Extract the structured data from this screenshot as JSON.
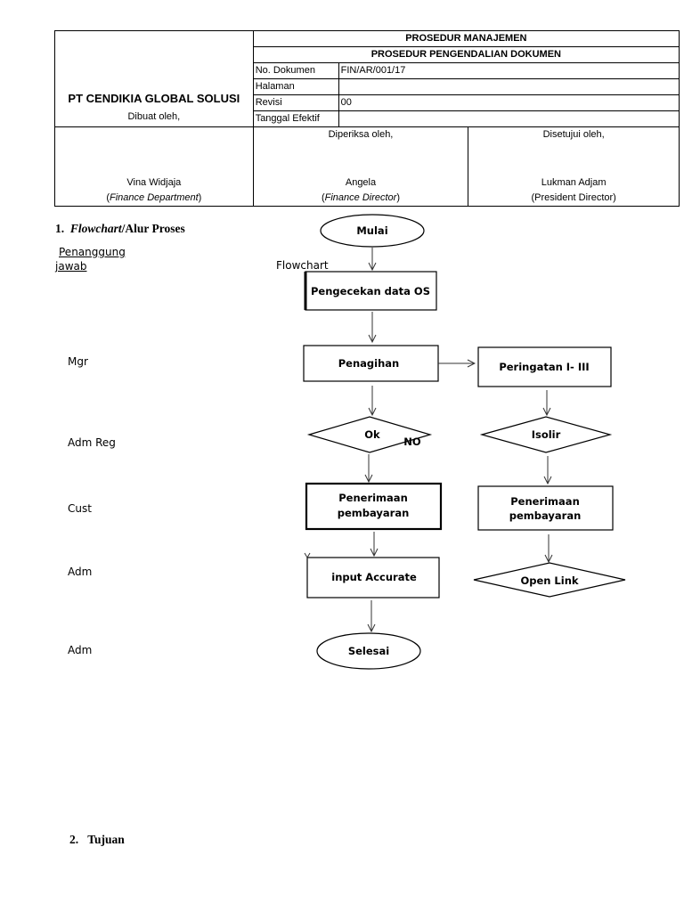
{
  "header": {
    "company": "PT CENDIKIA GLOBAL SOLUSI",
    "title": "PROSEDUR MANAJEMEN",
    "subtitle": "PROSEDUR PENGENDALIAN DOKUMEN",
    "fields": [
      {
        "label": "No. Dokumen",
        "value": "FIN/AR/001/17"
      },
      {
        "label": "Halaman",
        "value": ""
      },
      {
        "label": "Revisi",
        "value": "00"
      },
      {
        "label": "Tanggal Efektif",
        "value": ""
      }
    ],
    "signatures": [
      {
        "role": "Dibuat oleh,",
        "name": "Vina Widjaja",
        "position": "Finance Department"
      },
      {
        "role": "Diperiksa oleh,",
        "name": "Angela",
        "position": "Finance Director"
      },
      {
        "role": "Disetujui oleh,",
        "name": "Lukman Adjam",
        "position": "President Director"
      }
    ]
  },
  "section1": {
    "number": "1.",
    "title_italic": "Flowchart",
    "title_rest": "/Alur Proses"
  },
  "columns": {
    "responsible_line1": "Penanggung",
    "responsible_line2": "jawab",
    "flowchart": "Flowchart"
  },
  "roles": [
    "Mgr",
    "Adm Reg",
    "Cust",
    "Adm",
    "Adm"
  ],
  "flowchart": {
    "start": "Mulai",
    "check": "Pengecekan data OS",
    "billing": "Penagihan",
    "warning": "Peringatan I- III",
    "ok": "Ok",
    "no": "NO",
    "isolate": "Isolir",
    "payment_left_1": "Penerimaan",
    "payment_left_2": "pembayaran",
    "payment_right_1": "Penerimaan",
    "payment_right_2": "pembayaran",
    "input": "input Accurate",
    "open_link": "Open Link",
    "end": "Selesai"
  },
  "section2": {
    "number": "2.",
    "title": "Tujuan"
  }
}
